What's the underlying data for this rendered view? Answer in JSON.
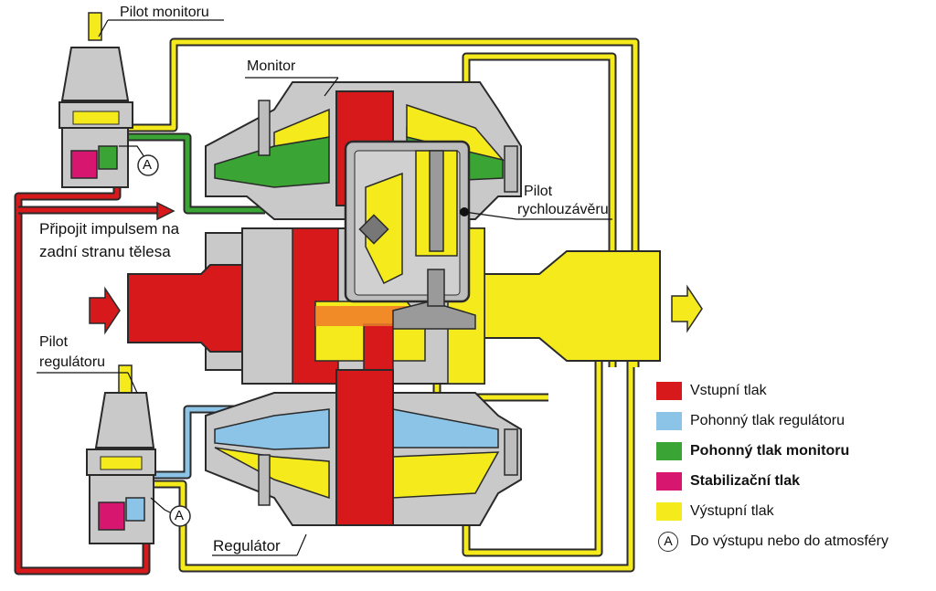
{
  "labels": {
    "pilot_monitor": "Pilot monitoru",
    "monitor": "Monitor",
    "pilot_quick_close_line1": "Pilot",
    "pilot_quick_close_line2": "rychlouzávěru",
    "connect_impulse_line1": "Připojit impulsem na",
    "connect_impulse_line2": "zadní stranu tělesa",
    "pilot_regulator_line1": "Pilot",
    "pilot_regulator_line2": "regulátoru",
    "regulator": "Regulátor",
    "marker_a": "A"
  },
  "legend": [
    {
      "label": "Vstupní tlak",
      "color": "#d7191c",
      "bold": false
    },
    {
      "label": "Pohonný tlak regulátoru",
      "color": "#8cc4e8",
      "bold": false
    },
    {
      "label": "Pohonný tlak monitoru",
      "color": "#3aa535",
      "bold": true
    },
    {
      "label": "Stabilizační tlak",
      "color": "#d6166f",
      "bold": true
    },
    {
      "label": "Výstupní tlak",
      "color": "#f4ea1c",
      "bold": false
    },
    {
      "label": "Do výstupu nebo do atmosféry",
      "marker": "A",
      "bold": false
    }
  ],
  "colors": {
    "inlet": "#d7191c",
    "regulator_drive": "#8cc4e8",
    "monitor_drive": "#3aa535",
    "stabilization": "#d6166f",
    "outlet": "#f4ea1c",
    "body_gray": "#c9c9c9",
    "outline": "#2a2a2a"
  }
}
